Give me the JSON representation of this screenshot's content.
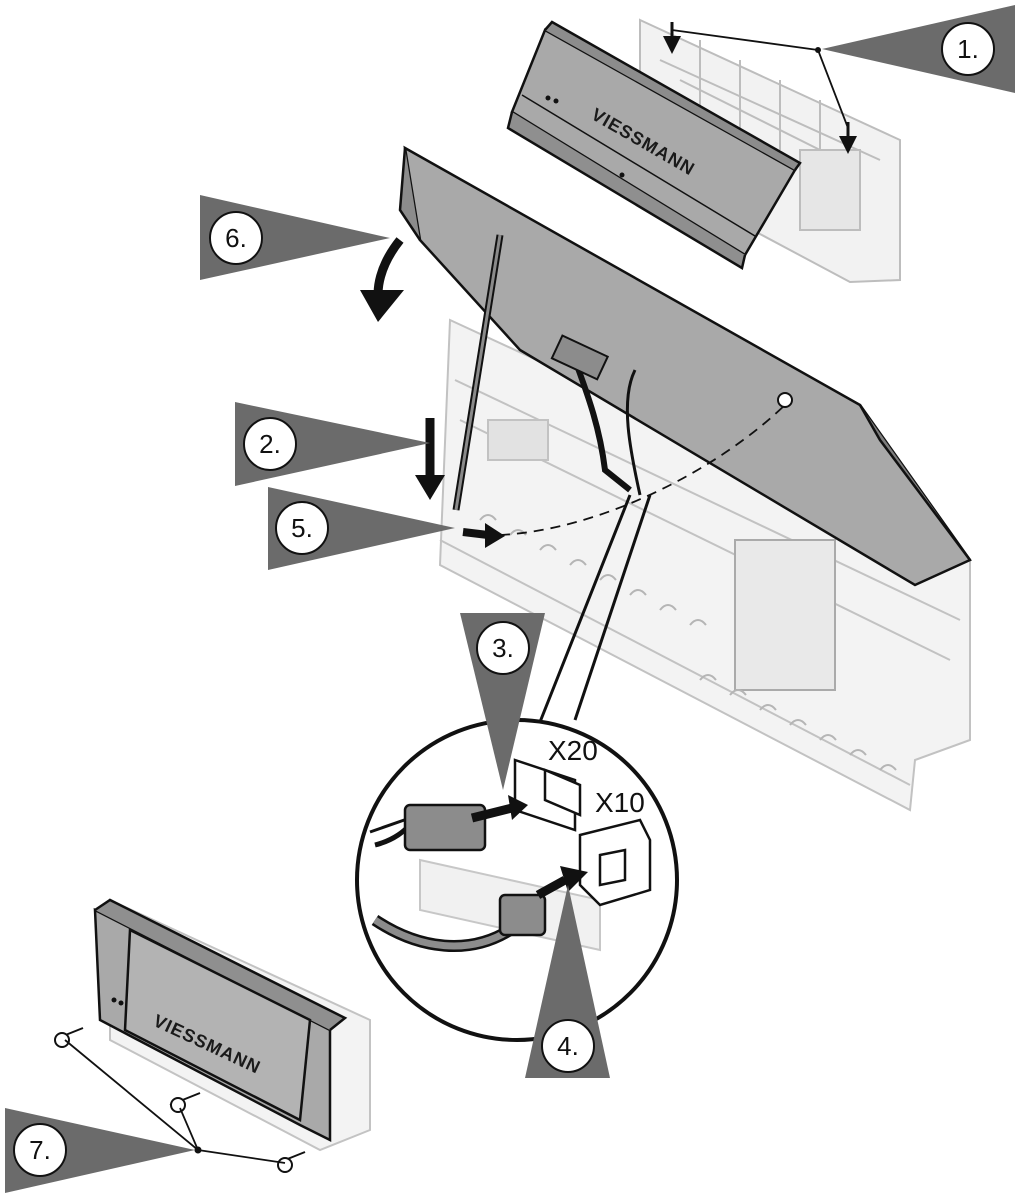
{
  "steps": [
    {
      "label": "1."
    },
    {
      "label": "2."
    },
    {
      "label": "3."
    },
    {
      "label": "4."
    },
    {
      "label": "5."
    },
    {
      "label": "6."
    },
    {
      "label": "7."
    }
  ],
  "connectors": {
    "upper": "X20",
    "lower": "X10"
  },
  "brand": "VIESSMANN",
  "colors": {
    "callout": "#6b6b6b",
    "cover": "#a9a9a9",
    "housing": "#eeeeee",
    "line": "#111111"
  }
}
